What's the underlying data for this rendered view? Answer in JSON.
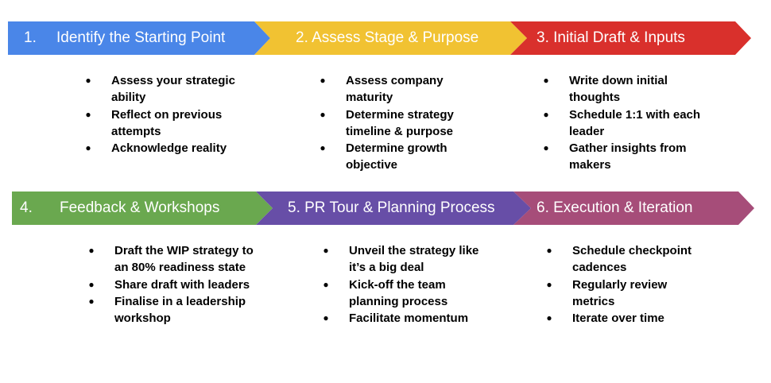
{
  "colors": {
    "step1": "#4a86e8",
    "step2": "#f1c232",
    "step3": "#d9302c",
    "step4": "#6aa84f",
    "step5": "#674ea7",
    "step6": "#a64d79",
    "text_on_arrow": "#ffffff"
  },
  "bullet_icon": "bullet-dot",
  "steps": [
    {
      "number": "1.",
      "title": "Identify the Starting Point",
      "bullets": [
        "Assess your strategic ability",
        "Reflect on previous attempts",
        "Acknowledge reality"
      ]
    },
    {
      "number": "",
      "title": "2. Assess Stage & Purpose",
      "bullets": [
        "Assess company maturity",
        "Determine strategy timeline & purpose",
        "Determine growth objective"
      ]
    },
    {
      "number": "",
      "title": "3. Initial Draft & Inputs",
      "bullets": [
        "Write down initial thoughts",
        "Schedule 1:1 with each leader",
        "Gather insights from makers"
      ]
    },
    {
      "number": "4.",
      "title": "Feedback & Workshops",
      "bullets": [
        "Draft the WIP strategy to an 80% readiness state",
        "Share draft with leaders",
        "Finalise in a leadership workshop"
      ]
    },
    {
      "number": "",
      "title": "5. PR Tour & Planning Process",
      "bullets": [
        "Unveil the strategy like it’s a big deal",
        "Kick-off the team planning process",
        "Facilitate momentum"
      ]
    },
    {
      "number": "",
      "title": "6. Execution & Iteration",
      "bullets": [
        "Schedule checkpoint cadences",
        "Regularly review metrics",
        "Iterate over time"
      ]
    }
  ]
}
